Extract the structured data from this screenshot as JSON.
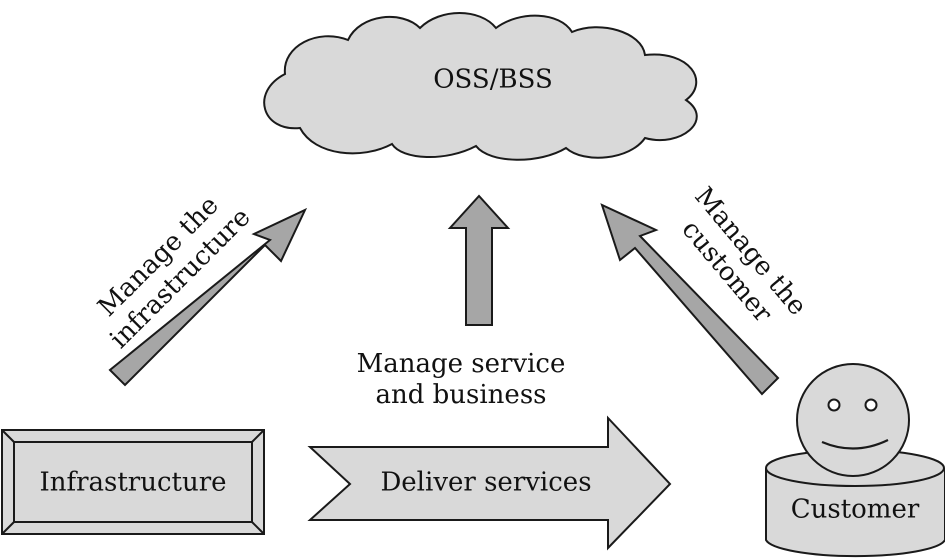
{
  "diagram": {
    "cloud_label": "OSS/BSS",
    "infrastructure_label": "Infrastructure",
    "deliver_label": "Deliver services",
    "customer_label": "Customer",
    "left_arrow_label": [
      "Manage the",
      "infrastructure"
    ],
    "center_arrow_label": [
      "Manage service",
      "and business"
    ],
    "right_arrow_label": [
      "Manage the",
      "customer"
    ]
  },
  "colors": {
    "fill_gray": "#d9d9d9",
    "arrow_gray": "#a6a6a6",
    "stroke": "#1a1a1a"
  }
}
